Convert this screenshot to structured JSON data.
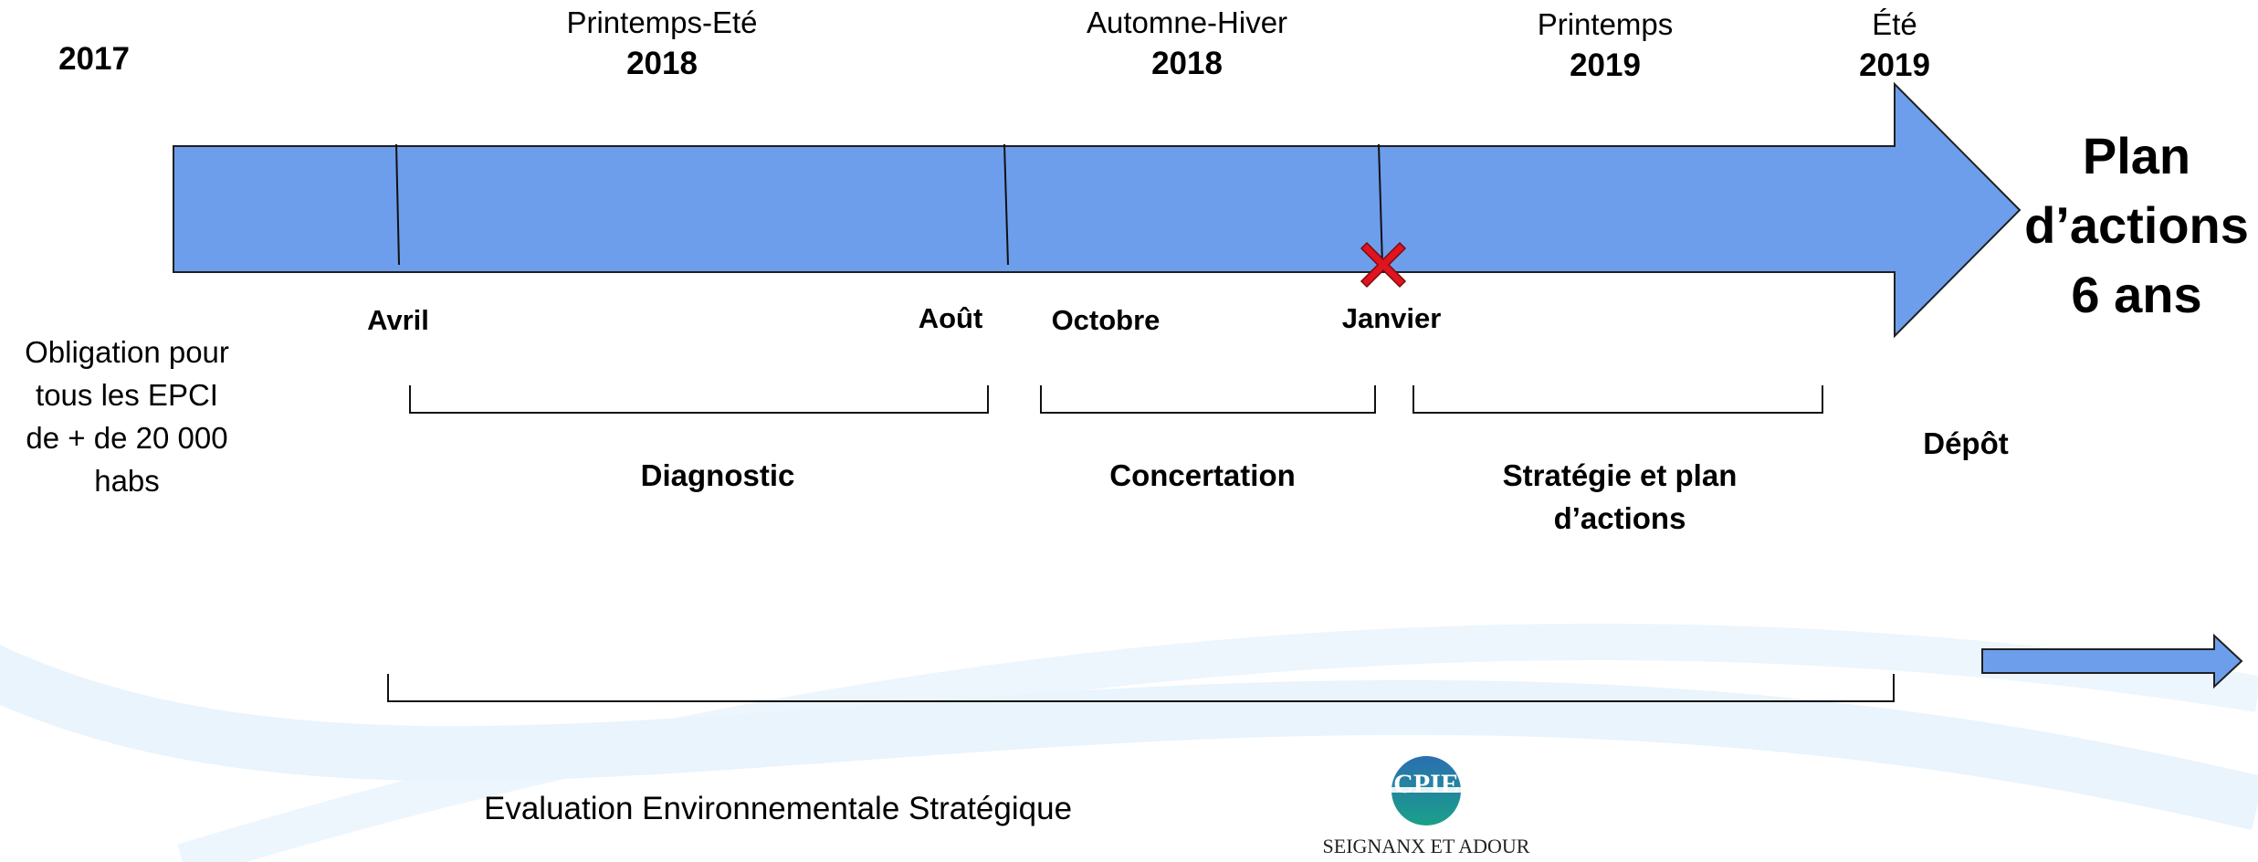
{
  "periods": [
    {
      "id": "2017",
      "season": "",
      "year": "2017"
    },
    {
      "id": "ps2018",
      "season": "Printemps-Eté",
      "year": "2018"
    },
    {
      "id": "ah2018",
      "season": "Automne-Hiver",
      "year": "2018"
    },
    {
      "id": "p2019",
      "season": "Printemps",
      "year": "2019"
    },
    {
      "id": "e2019",
      "season": "Été",
      "year": "2019"
    }
  ],
  "months": [
    "Avril",
    "Août",
    "Octobre",
    "Janvier"
  ],
  "obligation": [
    "Obligation pour",
    "tous les EPCI",
    "de + de 20 000",
    "habs"
  ],
  "phases": {
    "diagnostic": "Diagnostic",
    "concertation": "Concertation",
    "strategie": [
      "Stratégie et plan",
      "d’actions"
    ],
    "depot": "Dépôt"
  },
  "outcome": [
    "Plan",
    "d’actions",
    "6 ans"
  ],
  "evaluation": "Evaluation Environnementale Stratégique",
  "logo": {
    "initials": "CPIE",
    "name": "SEIGNANX ET ADOUR"
  },
  "colors": {
    "arrow": "#6d9eeb",
    "arrow_stroke": "#1f1f1f",
    "marker": "#e0141e",
    "swoosh": "#dceefa"
  }
}
